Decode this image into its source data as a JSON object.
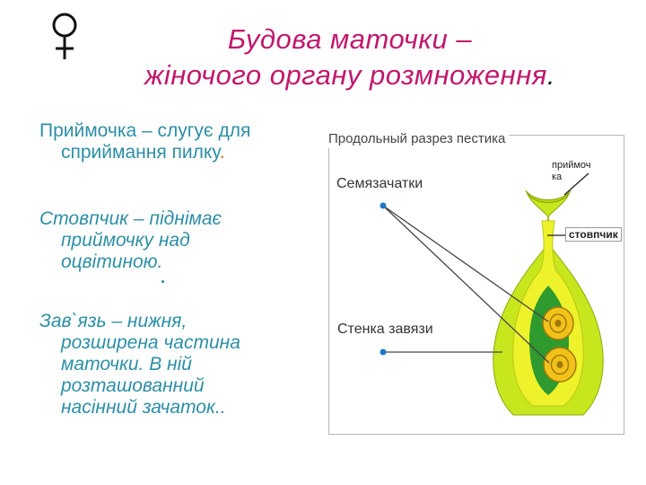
{
  "title": {
    "line1": "Будова маточки –",
    "line2": "жіночого органу розмноження",
    "trailing_dot": "."
  },
  "definitions": {
    "stigma": {
      "line1": "Приймочка – слугує для",
      "line2": "сприймання пилку",
      "dot": "."
    },
    "style": {
      "line1": "Стовпчик – піднімає",
      "line2": "приймочку над",
      "line3": "оцвітиною."
    },
    "ovary": {
      "line1": "Зав`язь – нижня,",
      "line2": "розширена частина",
      "line3": "маточки. В ній",
      "line4": "розташованний",
      "line5": "насінний зачаток.."
    }
  },
  "diagram": {
    "title": "Продольный разрез пестика",
    "label_ovules": "Семязачатки",
    "label_wall": "Стенка завязи",
    "label_stigma_line1": "приймоч",
    "label_stigma_line2": "ка",
    "label_style": "стовпчик"
  },
  "colors": {
    "title": "#c0186e",
    "text": "#2d8fa6",
    "outer_tissue": "#c8e61e",
    "inner_tissue": "#eef22a",
    "cavity": "#2f9a2e",
    "ovule": "#f3c21a"
  },
  "icons": {
    "female_symbol": "female-symbol-icon"
  }
}
